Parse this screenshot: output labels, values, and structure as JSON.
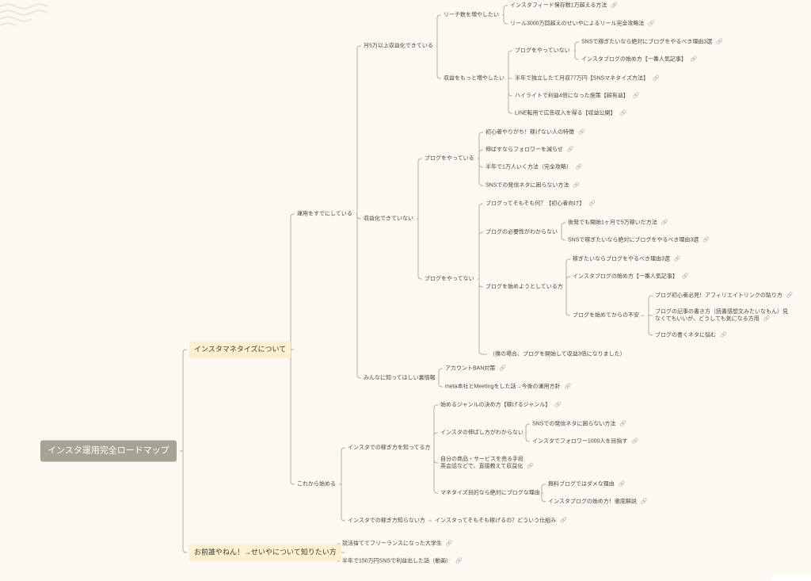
{
  "title": "インスタ運用完全ロードマップ",
  "colors": {
    "background": "#fcf9f3",
    "root": "#a6a294",
    "highlight": "#fbf0cf",
    "line": "#b3ae9f",
    "text": "#4a4741"
  },
  "link_icon": "link-icon",
  "nodes": [
    {
      "text": "インスタ運用完全ロードマップ",
      "parent": null,
      "kind": "root"
    },
    {
      "text": "インスタマネタイズについて",
      "parent": 0,
      "kind": "l1"
    },
    {
      "text": "運用をすでにしている",
      "parent": 1
    },
    {
      "text": "月5万以上収益化できている",
      "parent": 2
    },
    {
      "text": "リーチ数を増やしたい",
      "parent": 3
    },
    {
      "text": "インスタフィード保存数1万超える方法",
      "parent": 4,
      "link": true
    },
    {
      "text": "リール3000万回超えのせいやによるリール完全攻略法",
      "parent": 4,
      "link": true
    },
    {
      "text": "収益をもっと増やしたい",
      "parent": 3
    },
    {
      "text": "ブログをやっていない",
      "parent": 7
    },
    {
      "text": "SNSで稼ぎたいなら絶対にブログをやるべき理由3選",
      "parent": 8,
      "link": true
    },
    {
      "text": "インスタブログの始め方【一番人気記事】",
      "parent": 8,
      "link": true
    },
    {
      "text": "半年で独立したて月収77万円【SNSマネタイズ方法】",
      "parent": 7,
      "link": true
    },
    {
      "text": "ハイライトで利益4倍になった施策【超有益】",
      "parent": 7,
      "link": true
    },
    {
      "text": "LINE転用で広告収入を得る【収益公開】",
      "parent": 7,
      "link": true
    },
    {
      "text": "収益化できていない",
      "parent": 2
    },
    {
      "text": "ブログをやっている",
      "parent": 14
    },
    {
      "text": "初心者やりがち！稼げない人の特徴",
      "parent": 15,
      "link": true
    },
    {
      "text": "伸ばすならフォロワーを減らせ",
      "parent": 15,
      "link": true
    },
    {
      "text": "半年で1万人いく方法（完全攻略）",
      "parent": 15,
      "link": true
    },
    {
      "text": "SNSでの発信ネタに困らない方法",
      "parent": 15,
      "link": true
    },
    {
      "text": "ブログをやってない",
      "parent": 14
    },
    {
      "text": "ブログってそもそも何？【初心者向け】",
      "parent": 20,
      "link": true
    },
    {
      "text": "ブログの必要性がわからない",
      "parent": 20
    },
    {
      "text": "後発でも開始1ヶ月で5万稼いだ方法",
      "parent": 22,
      "link": true
    },
    {
      "text": "SNSで稼ぎたいなら絶対にブログをやるべき理由3選",
      "parent": 22,
      "link": true
    },
    {
      "text": "ブログを始めようとしている方",
      "parent": 20
    },
    {
      "text": "稼ぎたいならブログをやるべき理由3選",
      "parent": 25,
      "link": true
    },
    {
      "text": "インスタブログの始め方【一番人気記事】",
      "parent": 25,
      "link": true
    },
    {
      "text": "ブログを始めてからの不安→",
      "parent": 25
    },
    {
      "text": "ブログ初心者必見！アフィリエイトリンクの貼り方",
      "parent": 28,
      "link": true
    },
    {
      "text": "ブログの記事の書き方（読書感想文みたいなもん）見なくてもいいが、どうしても気になる方用",
      "parent": 28,
      "link": true,
      "kind": "wrap"
    },
    {
      "text": "ブログの書くネタに悩む",
      "parent": 28,
      "link": true
    },
    {
      "text": "（僕の場合、ブログを開始して収益3倍になりました）",
      "parent": 20
    },
    {
      "text": "みんなに知ってほしい裏情報",
      "parent": 2
    },
    {
      "text": "アカウントBAN対策",
      "parent": 33,
      "link": true
    },
    {
      "text": "meta本社とMeetingをした話→今後の運用方針",
      "parent": 33,
      "link": true
    },
    {
      "text": "これから始める",
      "parent": 1
    },
    {
      "text": "インスタでの稼ぎ方を知ってる方",
      "parent": 36
    },
    {
      "text": "始めるジャンルの決め方【稼げるジャンル】",
      "parent": 37,
      "link": true
    },
    {
      "text": "インスタの伸ばし方がわからない",
      "parent": 37
    },
    {
      "text": "SNSでの発信ネタに困らない方法",
      "parent": 39,
      "link": true
    },
    {
      "text": "インスタでフォロワー1000人を目指す",
      "parent": 39,
      "link": true
    },
    {
      "text": "自分の商品・サービスを売る手段\n英会話などで、直接教えて収益化",
      "parent": 37,
      "link": true,
      "kind": "pre"
    },
    {
      "text": "マネタイズ目的なら絶対にブログな理由",
      "parent": 37
    },
    {
      "text": "無料ブログではダメな理由",
      "parent": 43,
      "link": true
    },
    {
      "text": "インスタブログの始め方！徹底解説",
      "parent": 43,
      "link": true
    },
    {
      "text": "インスタでの稼ぎ方知らない方",
      "parent": 36
    },
    {
      "text": "インスタってそもそも稼げるの？どういう仕組み",
      "parent": 46,
      "link": true
    },
    {
      "text": "お前誰やねん！→せいやについて知りたい方",
      "parent": 0,
      "kind": "l1"
    },
    {
      "text": "就活捨ててフリーランスになった大学生",
      "parent": 48,
      "link": true
    },
    {
      "text": "半年で150万円SNSで利益出した話（動画）",
      "parent": 48,
      "link": true
    }
  ]
}
